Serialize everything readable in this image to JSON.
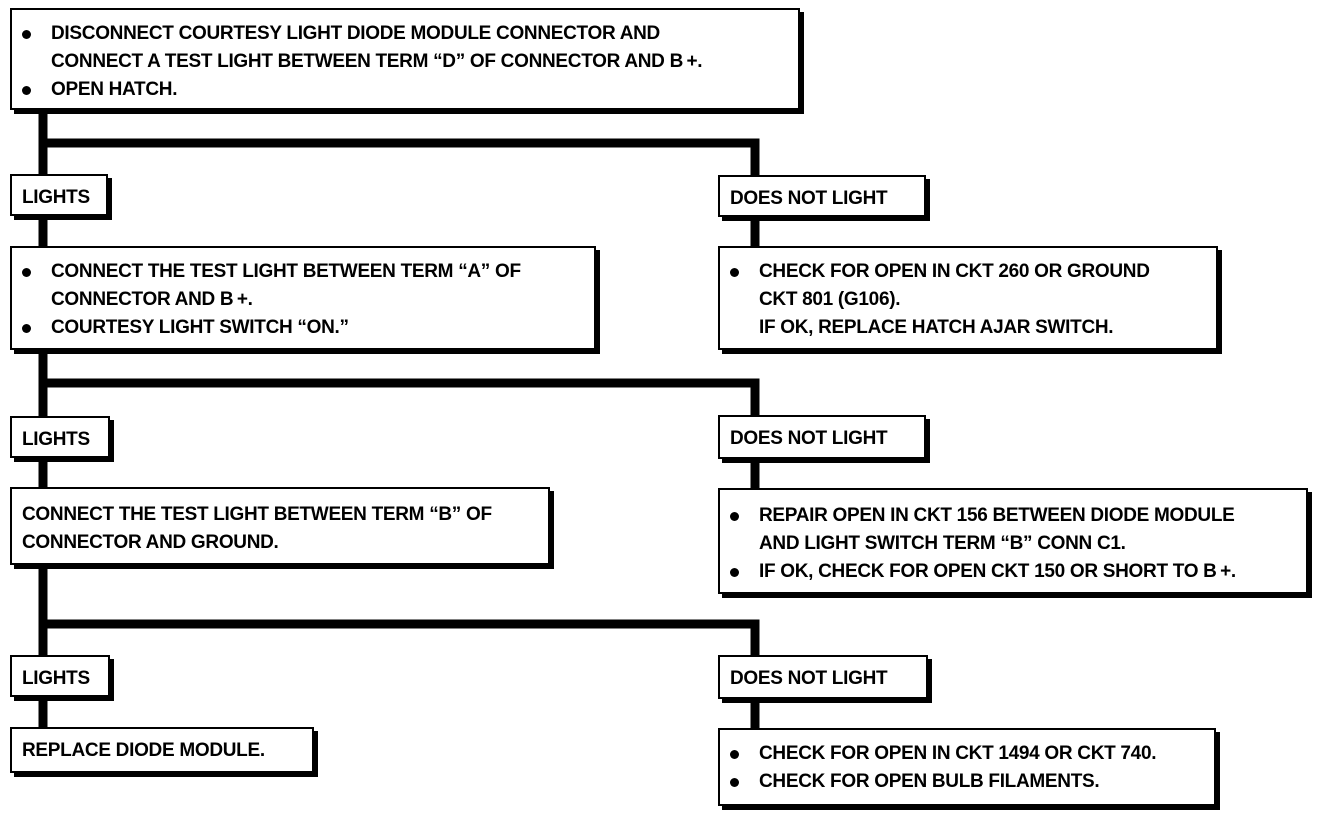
{
  "steps": [
    {
      "box": {
        "bullets": [
          "DISCONNECT COURTESY LIGHT DIODE MODULE CONNECTOR AND\nCONNECT A TEST LIGHT BETWEEN TERM “D” OF CONNECTOR AND B +.",
          "OPEN HATCH."
        ]
      }
    },
    {
      "yes_label": "LIGHTS",
      "no_label": "DOES NOT LIGHT",
      "yes_box": {
        "bullets": [
          "CONNECT THE TEST LIGHT BETWEEN TERM “A” OF\nCONNECTOR AND B +.",
          "COURTESY LIGHT SWITCH “ON.”"
        ]
      },
      "no_box": {
        "bullets": [
          "CHECK FOR OPEN IN CKT 260 OR GROUND\nCKT 801 (G106).\nIF OK, REPLACE HATCH AJAR SWITCH."
        ]
      }
    },
    {
      "yes_label": "LIGHTS",
      "no_label": "DOES NOT LIGHT",
      "yes_box": {
        "text": "CONNECT THE TEST LIGHT BETWEEN TERM “B” OF\nCONNECTOR AND GROUND."
      },
      "no_box": {
        "bullets": [
          "REPAIR OPEN IN CKT 156 BETWEEN DIODE MODULE\nAND LIGHT SWITCH TERM “B” CONN C1.",
          "IF OK, CHECK FOR OPEN CKT 150 OR SHORT TO B +."
        ]
      }
    },
    {
      "yes_label": "LIGHTS",
      "no_label": "DOES NOT LIGHT",
      "yes_box": {
        "text": "REPLACE DIODE MODULE."
      },
      "no_box": {
        "bullets": [
          "CHECK FOR OPEN IN CKT 1494 OR CKT 740.",
          "CHECK FOR OPEN BULB FILAMENTS."
        ]
      }
    }
  ]
}
